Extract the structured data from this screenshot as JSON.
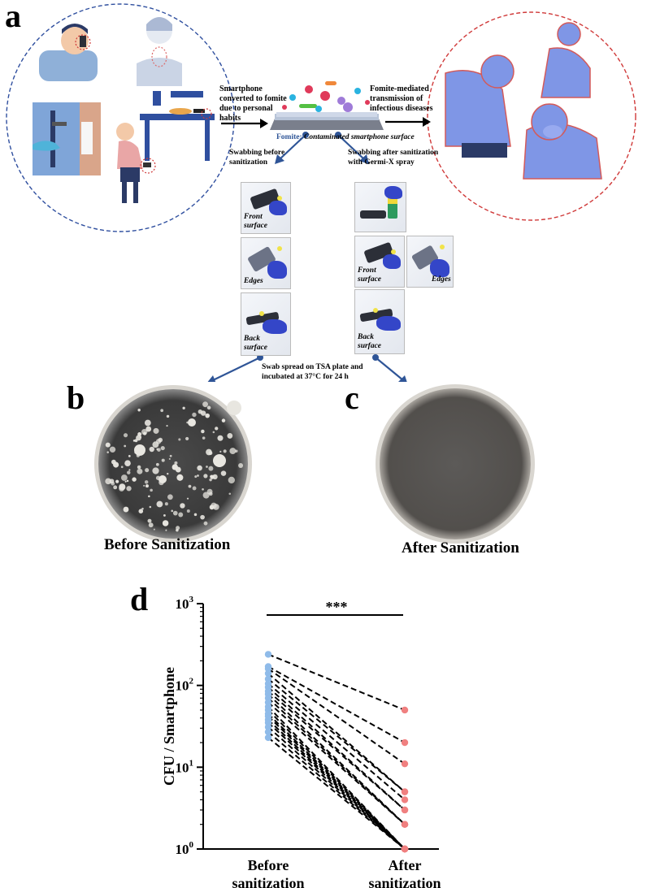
{
  "panel_labels": {
    "a": "a",
    "b": "b",
    "c": "c",
    "d": "d"
  },
  "flow": {
    "habit_text": [
      "Smartphone",
      "converted to fomite",
      "due to personal",
      "habits"
    ],
    "transmission_text": [
      "Fomite-mediated",
      "transmission of",
      "infectious diseases"
    ],
    "fomite_prefix": "Fomite:",
    "fomite_caption": "Contaminated smartphone surface",
    "swab_before": [
      "Swabbing before",
      "sanitization"
    ],
    "swab_after": [
      "Swabbing after sanitization",
      "with Germi-X spray"
    ],
    "incubation": [
      "Swab spread on TSA plate and",
      "incubated at 37°C for 24 h"
    ]
  },
  "thumb_labels": {
    "front": [
      "Front",
      "surface"
    ],
    "edges": [
      "Edges"
    ],
    "back": [
      "Back",
      "surface"
    ]
  },
  "captions": {
    "before": "Before Sanitization",
    "after": "After Sanitization"
  },
  "colors": {
    "before_dot": "#8fbbe9",
    "after_dot": "#f08080",
    "arrow": "#2f5597",
    "left_circle": "#2f4f9f",
    "right_circle": "#d03a3a",
    "people": "#7f96e6"
  },
  "chart_data": {
    "type": "scatter",
    "ylabel": "CFU / Smartphone",
    "categories": [
      "Before\nsanitization",
      "After\nsanitization"
    ],
    "category_lines": [
      [
        "Before",
        "sanitization"
      ],
      [
        "After",
        "sanitization"
      ]
    ],
    "y_scale": "log",
    "ylim": [
      1,
      1000
    ],
    "y_ticks": [
      1,
      10,
      100,
      1000
    ],
    "y_tick_labels": [
      {
        "base": "10",
        "exp": "0"
      },
      {
        "base": "10",
        "exp": "1"
      },
      {
        "base": "10",
        "exp": "2"
      },
      {
        "base": "10",
        "exp": "3"
      }
    ],
    "significance": "***",
    "pairs": [
      [
        240,
        50
      ],
      [
        170,
        20
      ],
      [
        160,
        11
      ],
      [
        140,
        5
      ],
      [
        120,
        5
      ],
      [
        105,
        4
      ],
      [
        95,
        3
      ],
      [
        85,
        3
      ],
      [
        78,
        2
      ],
      [
        70,
        2
      ],
      [
        62,
        2
      ],
      [
        55,
        1
      ],
      [
        50,
        1
      ],
      [
        45,
        1
      ],
      [
        42,
        1
      ],
      [
        38,
        1
      ],
      [
        35,
        1
      ],
      [
        31,
        1
      ],
      [
        27,
        1
      ],
      [
        23,
        1
      ]
    ]
  }
}
